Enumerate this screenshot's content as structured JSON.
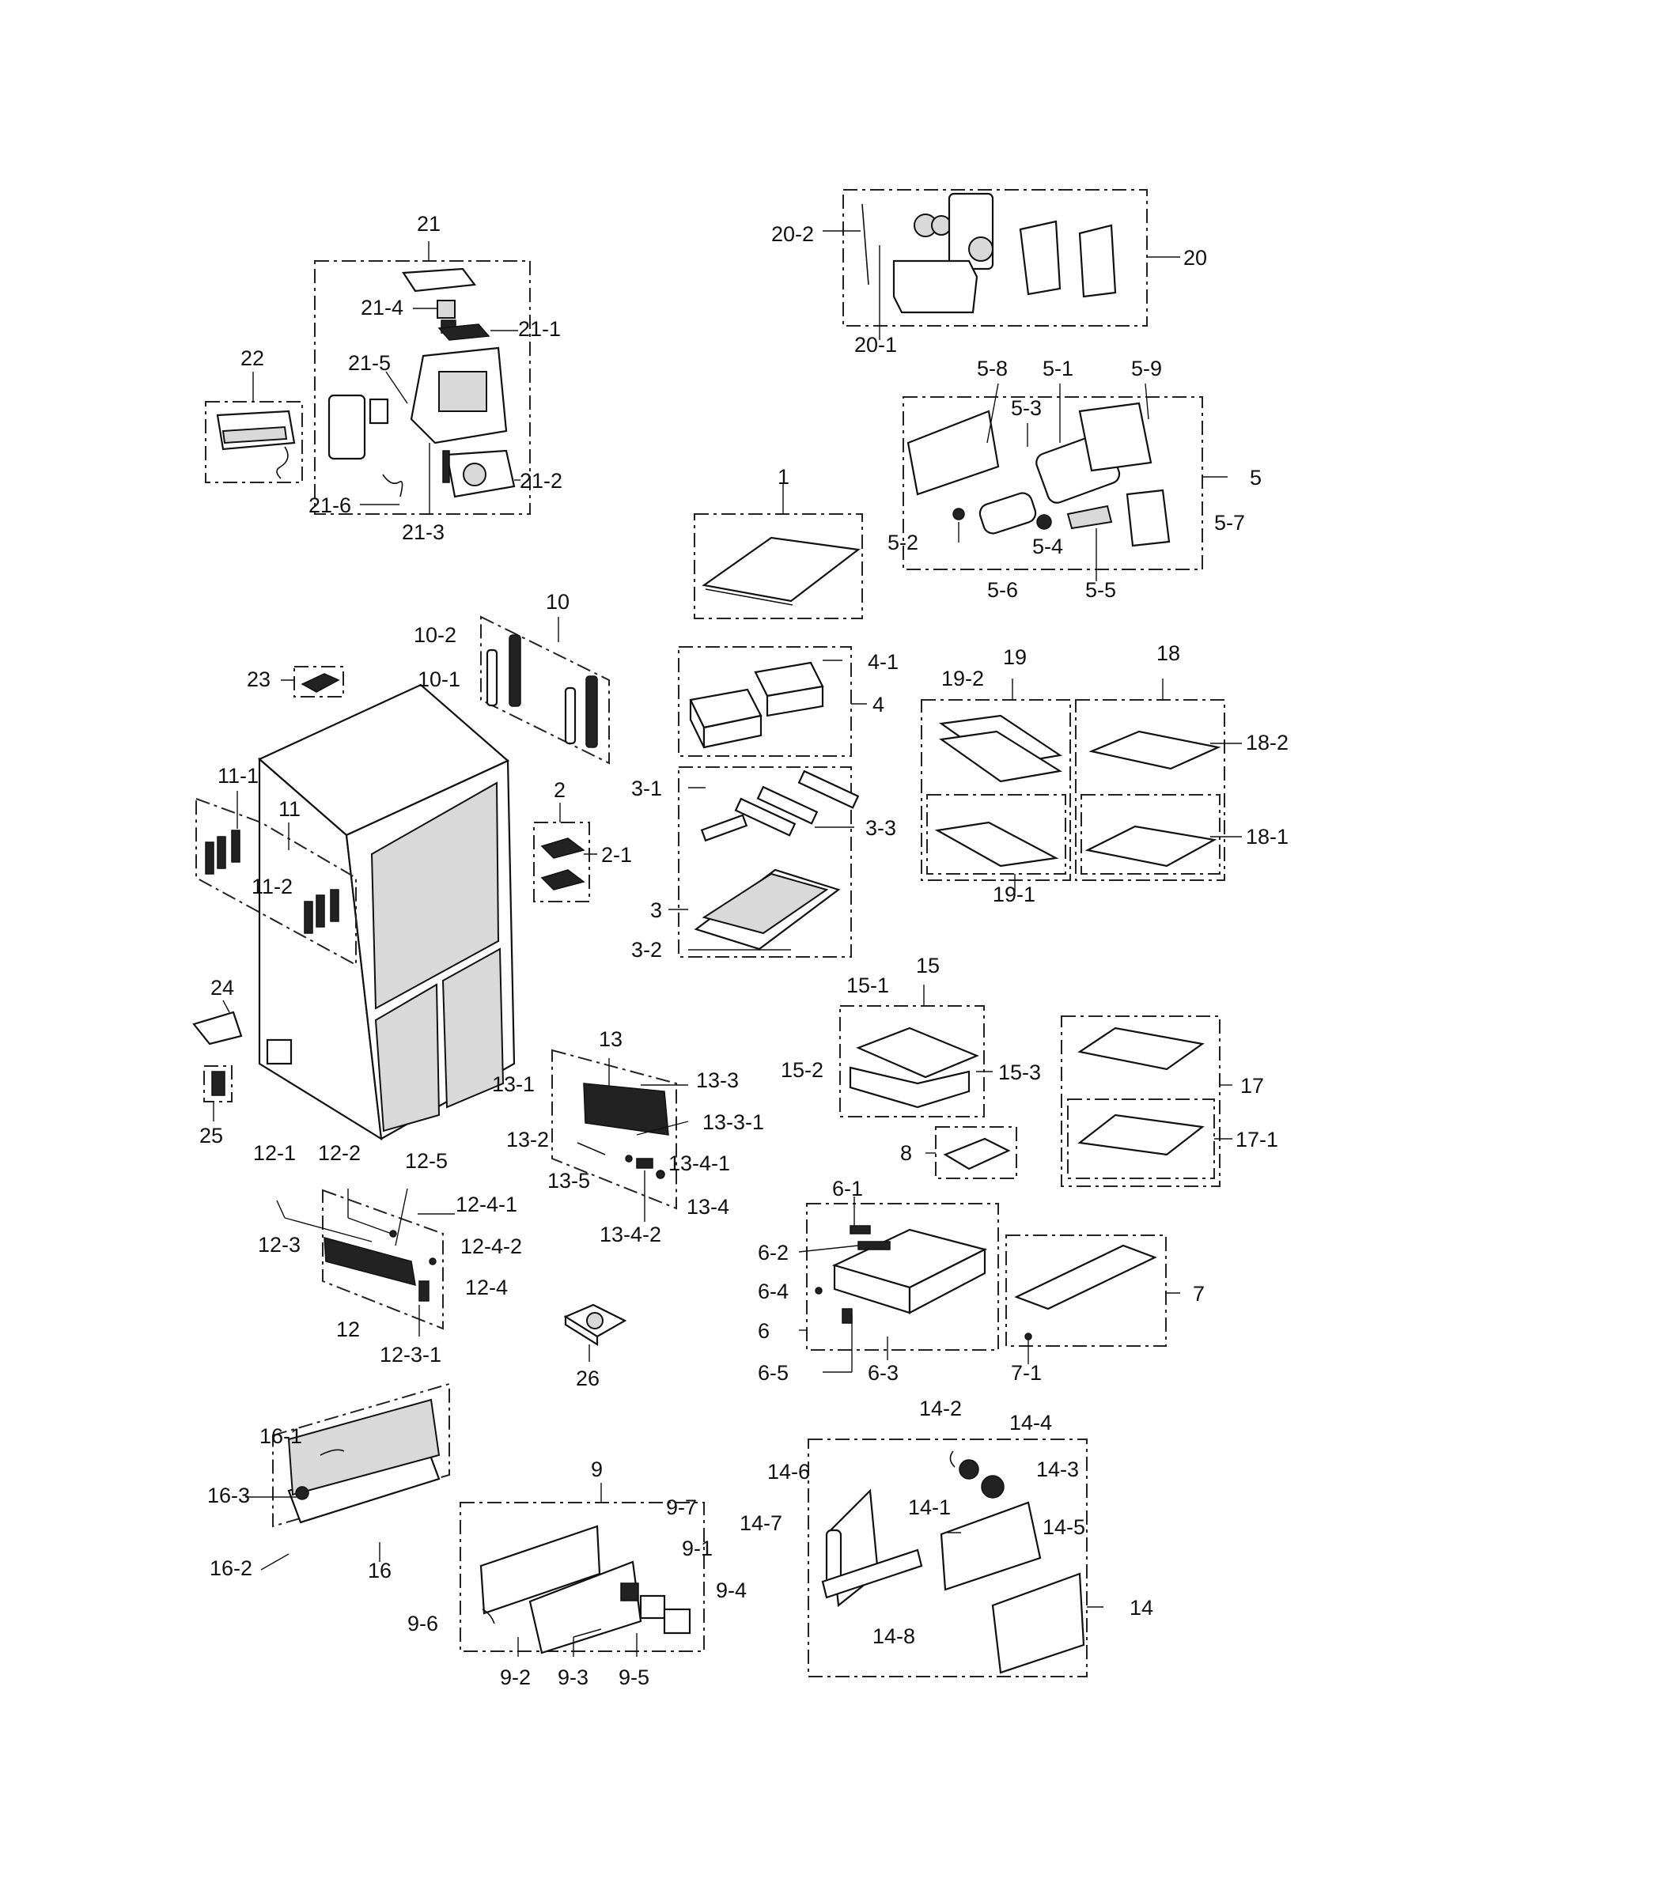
{
  "labels": {
    "l1": "1",
    "l2": "2",
    "l2_1": "2-1",
    "l3": "3",
    "l3_1": "3-1",
    "l3_2": "3-2",
    "l3_3": "3-3",
    "l4": "4",
    "l4_1": "4-1",
    "l5": "5",
    "l5_1": "5-1",
    "l5_2": "5-2",
    "l5_3": "5-3",
    "l5_4": "5-4",
    "l5_5": "5-5",
    "l5_6": "5-6",
    "l5_7": "5-7",
    "l5_8": "5-8",
    "l5_9": "5-9",
    "l6": "6",
    "l6_1": "6-1",
    "l6_2": "6-2",
    "l6_3": "6-3",
    "l6_4": "6-4",
    "l6_5": "6-5",
    "l7": "7",
    "l7_1": "7-1",
    "l8": "8",
    "l9": "9",
    "l9_1": "9-1",
    "l9_2": "9-2",
    "l9_3": "9-3",
    "l9_4": "9-4",
    "l9_5": "9-5",
    "l9_6": "9-6",
    "l9_7": "9-7",
    "l10": "10",
    "l10_1": "10-1",
    "l10_2": "10-2",
    "l11": "11",
    "l11_1": "11-1",
    "l11_2": "11-2",
    "l12": "12",
    "l12_1": "12-1",
    "l12_2": "12-2",
    "l12_3": "12-3",
    "l12_3_1": "12-3-1",
    "l12_4": "12-4",
    "l12_4_1": "12-4-1",
    "l12_4_2": "12-4-2",
    "l12_5": "12-5",
    "l13": "13",
    "l13_1": "13-1",
    "l13_2": "13-2",
    "l13_3": "13-3",
    "l13_3_1": "13-3-1",
    "l13_4": "13-4",
    "l13_4_1": "13-4-1",
    "l13_4_2": "13-4-2",
    "l13_5": "13-5",
    "l14": "14",
    "l14_1": "14-1",
    "l14_2": "14-2",
    "l14_3": "14-3",
    "l14_4": "14-4",
    "l14_5": "14-5",
    "l14_6": "14-6",
    "l14_7": "14-7",
    "l14_8": "14-8",
    "l15": "15",
    "l15_1": "15-1",
    "l15_2": "15-2",
    "l15_3": "15-3",
    "l16": "16",
    "l16_1": "16-1",
    "l16_2": "16-2",
    "l16_3": "16-3",
    "l17": "17",
    "l17_1": "17-1",
    "l18": "18",
    "l18_1": "18-1",
    "l18_2": "18-2",
    "l19": "19",
    "l19_1": "19-1",
    "l19_2": "19-2",
    "l20": "20",
    "l20_1": "20-1",
    "l20_2": "20-2",
    "l21": "21",
    "l21_1": "21-1",
    "l21_2": "21-2",
    "l21_3": "21-3",
    "l21_4": "21-4",
    "l21_5": "21-5",
    "l21_6": "21-6",
    "l22": "22",
    "l23": "23",
    "l24": "24",
    "l25": "25",
    "l26": "26"
  }
}
